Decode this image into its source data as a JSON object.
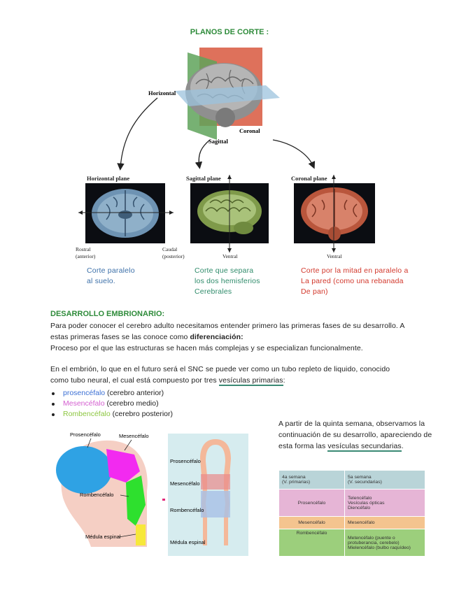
{
  "planes": {
    "title": "PLANOS DE CORTE :",
    "figure_labels": {
      "horizontal": "Horizontal",
      "sagittal": "Sagittal",
      "coronal": "Coronal"
    },
    "panels": [
      {
        "title": "Horizontal plane",
        "left_axis": "Rostral\n(anterior)",
        "right_axis": "Caudal\n(posterior)",
        "caption": "Corte paralelo\nal suelo.",
        "caption_color": "#3b6fa8"
      },
      {
        "title": "Sagittal plane",
        "bottom_axis": "Ventral",
        "caption": "Corte que separa\nlos dos hemisferios\nCerebrales",
        "caption_color": "#2e8b6a"
      },
      {
        "title": "Coronal plane",
        "bottom_axis": "Ventral",
        "caption": "Corte por la mitad en paralelo a\nLa pared (como una rebanada\nDe pan)",
        "caption_color": "#d2372b"
      }
    ]
  },
  "embryo": {
    "title": "DESARROLLO EMBRIONARIO:",
    "p1_a": "Para poder conocer el cerebro adulto necesitamos entender primero las primeras fases de su desarrollo. A estas primeras fases se las conoce como ",
    "p1_bold": "diferenciación:",
    "p1_b": "Proceso por el que las estructuras se hacen más complejas y se especializan funcionalmente.",
    "p2_a": "En el embrión, lo que en el futuro será el SNC se puede ver como un tubo repleto de liquido, conocido como tubo neural, el cual está compuesto por tres ",
    "p2_u": "vesículas primarias",
    "p2_b": ":",
    "bullets": [
      {
        "term": "prosencéfalo",
        "rest": " (cerebro anterior)",
        "color": "#3b6fd4"
      },
      {
        "term": "Mesencéfalo",
        "rest": " (cerebro medio)",
        "color": "#d45fd0"
      },
      {
        "term": "Rombencéfalo",
        "rest": " (cerebro posterior)",
        "color": "#8cc63f"
      }
    ],
    "side_a": "A partir de la quinta semana, observamos la continuación de su desarrollo, apareciendo de esta forma las ",
    "side_u": "vesículas secundarias",
    "side_b": "."
  },
  "diagram1": {
    "prosencefalo": "Prosencéfalo",
    "mesencefalo": "Mesencéfalo",
    "rombencefalo": "Rombencéfalo",
    "medula": "Médula espinal"
  },
  "diagram2": {
    "prosencefalo": "Prosencéfalo",
    "mesencefalo": "Mesencéfalo",
    "rombencefalo": "Rombencéfalo",
    "medula": "Médula espinal"
  },
  "table": {
    "head": [
      "4a semana\n(V. primarias)",
      "5a semana\n(V. secundarias)"
    ],
    "rows": [
      {
        "left": "Prosencéfalo",
        "right": "Telencéfalo\nVesículas ópticas\nDiencéfalo",
        "color": "#e6b5d6"
      },
      {
        "left": "Mesencéfalo",
        "right": "Mesencéfalo",
        "color": "#f4c48f"
      },
      {
        "left": "Rombencéfalo",
        "right": "Metencéfalo (puente o\nprotuberancia, cerebelo)\nMielencéfalo (bulbo raquídeo)",
        "color": "#9ccf7c"
      }
    ],
    "head_color": "#b9d4d8"
  }
}
